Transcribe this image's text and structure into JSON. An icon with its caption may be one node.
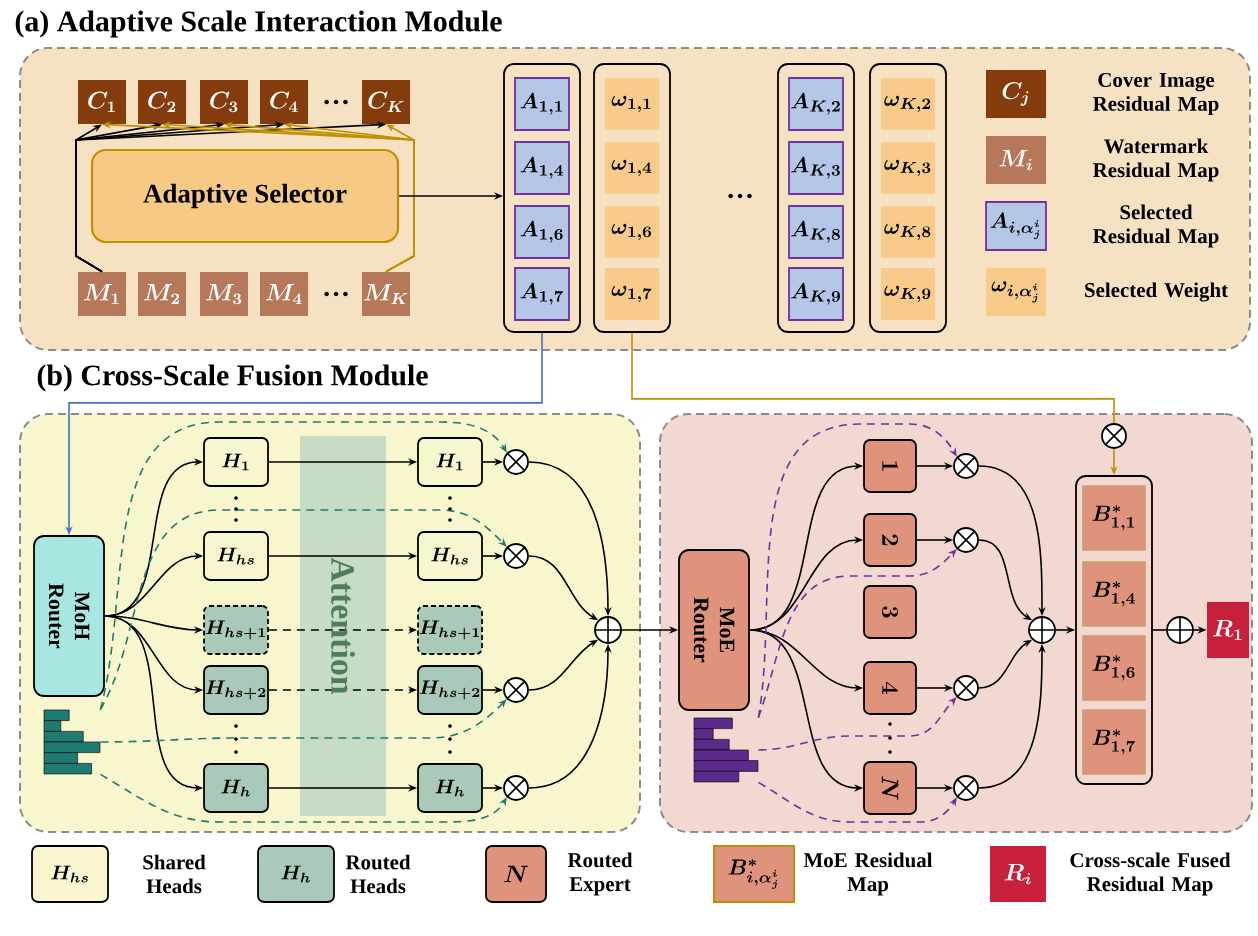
{
  "diagram": {
    "nodes": [
      {
        "text": [
          "(a) Adaptive Scale Interaction Module"
        ]
      },
      {
        "text": [
          "C_{1}"
        ],
        "in": 0
      },
      {
        "text": [
          "C_{2}"
        ],
        "in": 0
      },
      {
        "text": [
          "C_{3}"
        ],
        "in": 0
      },
      {
        "text": [
          "C_{4}"
        ],
        "in": 0
      },
      {
        "text": [
          "C_{K}"
        ],
        "in": 0
      },
      {
        "text": [
          "Adaptive Selector"
        ],
        "in": 0
      },
      {
        "text": [
          "M_{1}"
        ],
        "in": 0
      },
      {
        "text": [
          "M_{2}"
        ],
        "in": 0
      },
      {
        "text": [
          "M_{3}"
        ],
        "in": 0
      },
      {
        "text": [
          "M_{4}"
        ],
        "in": 0
      },
      {
        "text": [
          "M_{K}"
        ],
        "in": 0
      },
      {
        "text": [],
        "shape": "box",
        "in": 0
      },
      {
        "text": [
          "A_{1,1}"
        ],
        "in": 12
      },
      {
        "text": [
          "A_{1,4}"
        ],
        "in": 12
      },
      {
        "text": [
          "A_{1,6}"
        ],
        "in": 12
      },
      {
        "text": [
          "A_{1,7}"
        ],
        "in": 12
      },
      {
        "text": [],
        "shape": "box",
        "in": 0
      },
      {
        "text": [
          "\\omega_{1,1}"
        ],
        "in": 17
      },
      {
        "text": [
          "\\omega_{1,4}"
        ],
        "in": 17
      },
      {
        "text": [
          "\\omega_{1,6}"
        ],
        "in": 17
      },
      {
        "text": [
          "\\omega_{1,7}"
        ],
        "in": 17
      },
      {
        "text": [],
        "shape": "box",
        "in": 0
      },
      {
        "text": [
          "A_{K,2}"
        ],
        "in": 22
      },
      {
        "text": [
          "A_{K,3}"
        ],
        "in": 22
      },
      {
        "text": [
          "A_{K,8}"
        ],
        "in": 22
      },
      {
        "text": [
          "A_{K,9}"
        ],
        "in": 22
      },
      {
        "text": [],
        "shape": "box",
        "in": 0
      },
      {
        "text": [
          "\\omega_{K,2}"
        ],
        "in": 27
      },
      {
        "text": [
          "\\omega_{K,3}"
        ],
        "in": 27
      },
      {
        "text": [
          "\\omega_{K,8}"
        ],
        "in": 27
      },
      {
        "text": [
          "\\omega_{K,9}"
        ],
        "in": 27
      },
      {
        "text": [
          "C_{j}"
        ],
        "beside": [
          "Cover Image Residual Map"
        ],
        "in": 0
      },
      {
        "text": [
          "M_{i}"
        ],
        "beside": [
          "Watermark Residual Map"
        ],
        "in": 0
      },
      {
        "text": [
          "A_{i,\\alpha^{i}_{j}}"
        ],
        "beside": [
          "Selected Residual Map"
        ],
        "in": 0
      },
      {
        "text": [
          "\\omega_{i,\\alpha^{i}_{j}}"
        ],
        "beside": [
          "Selected Weight"
        ],
        "in": 0
      },
      {
        "text": [
          "(b) Cross-Scale Fusion Module"
        ]
      },
      {
        "text": [
          "MoH Router"
        ],
        "in": 36
      },
      {
        "text": [],
        "shape": "bar",
        "in": 36
      },
      {
        "text": [
          "H_{1}"
        ],
        "in": 36
      },
      {
        "text": [
          "H_{hs}"
        ],
        "in": 36
      },
      {
        "text": [
          "H_{hs+1}"
        ],
        "in": 36
      },
      {
        "text": [
          "H_{hs+2}"
        ],
        "in": 36
      },
      {
        "text": [
          "H_{h}"
        ],
        "in": 36
      },
      {
        "text": [
          "H_{1}"
        ],
        "in": 36
      },
      {
        "text": [
          "H_{hs}"
        ],
        "in": 36
      },
      {
        "text": [
          "H_{hs+1}"
        ],
        "in": 36
      },
      {
        "text": [
          "H_{hs+2}"
        ],
        "in": 36
      },
      {
        "text": [
          "H_{h}"
        ],
        "in": 36
      },
      {
        "text": [],
        "shape": "circle",
        "in": 36
      },
      {
        "text": [],
        "shape": "circle",
        "in": 36
      },
      {
        "text": [],
        "shape": "circle",
        "in": 36
      },
      {
        "text": [],
        "shape": "circle",
        "in": 36
      },
      {
        "text": [],
        "shape": "circle",
        "in": 36
      },
      {
        "text": [],
        "shape": "box"
      },
      {
        "text": [
          "MoE Router"
        ],
        "in": 54
      },
      {
        "text": [],
        "shape": "bar",
        "in": 54
      },
      {
        "text": [
          "1"
        ],
        "in": 54
      },
      {
        "text": [
          "2"
        ],
        "in": 54
      },
      {
        "text": [
          "3"
        ],
        "in": 54
      },
      {
        "text": [
          "4"
        ],
        "in": 54
      },
      {
        "text": [
          "N"
        ],
        "in": 54
      },
      {
        "text": [],
        "shape": "circle",
        "in": 54
      },
      {
        "text": [],
        "shape": "circle",
        "in": 54
      },
      {
        "text": [],
        "shape": "circle",
        "in": 54
      },
      {
        "text": [],
        "shape": "circle",
        "in": 54
      },
      {
        "text": [],
        "shape": "circle",
        "in": 54
      },
      {
        "text": [],
        "shape": "circle",
        "in": 54
      },
      {
        "text": [],
        "shape": "box",
        "in": 54
      },
      {
        "text": [
          "B^{*}_{1,1}"
        ],
        "in": 68
      },
      {
        "text": [
          "B^{*}_{1,4}"
        ],
        "in": 68
      },
      {
        "text": [
          "B^{*}_{1,6}"
        ],
        "in": 68
      },
      {
        "text": [
          "B^{*}_{1,7}"
        ],
        "in": 68
      },
      {
        "text": [],
        "shape": "circle",
        "in": 54
      },
      {
        "text": [
          "R_{1}"
        ],
        "in": 54
      },
      {
        "text": [
          "H_{hs}"
        ],
        "beside": [
          "Shared Heads"
        ]
      },
      {
        "text": [
          "H_{h}"
        ],
        "beside": [
          "Routed Heads"
        ]
      },
      {
        "text": [
          "N"
        ],
        "beside": [
          "Routed Expert"
        ]
      },
      {
        "text": [
          "B^{*}_{i,\\alpha^{i}_{j}}"
        ],
        "beside": [
          "MoE Residual Map"
        ]
      },
      {
        "text": [
          "R_{i}"
        ],
        "beside": [
          "Cross-scale Fused Residual Map"
        ]
      }
    ],
    "edges": [
      {
        "from": 7,
        "to": 1,
        "arrow": "to"
      },
      {
        "from": 7,
        "to": 2,
        "arrow": "to"
      },
      {
        "from": 7,
        "to": 3,
        "arrow": "to"
      },
      {
        "from": 7,
        "to": 4,
        "arrow": "to"
      },
      {
        "from": 7,
        "to": 5,
        "arrow": "to"
      },
      {
        "from": 11,
        "to": 1,
        "arrow": "to",
        "color": "#bf9000"
      },
      {
        "from": 11,
        "to": 2,
        "arrow": "to",
        "color": "#bf9000"
      },
      {
        "from": 11,
        "to": 3,
        "arrow": "to",
        "color": "#bf9000"
      },
      {
        "from": 11,
        "to": 4,
        "arrow": "to",
        "color": "#bf9000"
      },
      {
        "from": 11,
        "to": 5,
        "arrow": "to",
        "color": "#bf9000"
      },
      {
        "from": 6,
        "to": 12,
        "arrow": "to"
      },
      {
        "from": 12,
        "to": 37,
        "arrow": "to",
        "color": "#4472c4"
      },
      {
        "from": 17,
        "to": 67,
        "arrow": "none",
        "color": "#bf9000"
      },
      {
        "from": 67,
        "to": 68,
        "arrow": "to",
        "color": "#bf9000"
      },
      {
        "from": 37,
        "to": 39,
        "arrow": "to"
      },
      {
        "from": 37,
        "to": 40,
        "arrow": "to"
      },
      {
        "from": 37,
        "to": 41,
        "arrow": "to"
      },
      {
        "from": 37,
        "to": 42,
        "arrow": "to"
      },
      {
        "from": 37,
        "to": 43,
        "arrow": "to"
      },
      {
        "from": 39,
        "to": 44,
        "arrow": "to"
      },
      {
        "from": 40,
        "to": 45,
        "arrow": "to"
      },
      {
        "from": 41,
        "to": 46,
        "arrow": "to",
        "style": "dashed"
      },
      {
        "from": 42,
        "to": 47,
        "arrow": "to",
        "style": "dashed"
      },
      {
        "from": 43,
        "to": 48,
        "arrow": "to"
      },
      {
        "from": 44,
        "to": 49,
        "arrow": "to"
      },
      {
        "from": 45,
        "to": 50,
        "arrow": "to"
      },
      {
        "from": 47,
        "to": 51,
        "arrow": "to"
      },
      {
        "from": 48,
        "to": 52,
        "arrow": "to"
      },
      {
        "from": 49,
        "to": 53,
        "arrow": "to"
      },
      {
        "from": 50,
        "to": 53,
        "arrow": "to"
      },
      {
        "from": 51,
        "to": 53,
        "arrow": "to"
      },
      {
        "from": 52,
        "to": 53,
        "arrow": "to"
      },
      {
        "from": 38,
        "to": 49,
        "arrow": "to",
        "style": "dashed",
        "color": "#1f7a72"
      },
      {
        "from": 38,
        "to": 50,
        "arrow": "to",
        "style": "dashed",
        "color": "#1f7a72"
      },
      {
        "from": 38,
        "to": 51,
        "arrow": "to",
        "style": "dashed",
        "color": "#1f7a72"
      },
      {
        "from": 38,
        "to": 52,
        "arrow": "to",
        "style": "dashed",
        "color": "#1f7a72"
      },
      {
        "from": 53,
        "to": 55,
        "arrow": "to"
      },
      {
        "from": 55,
        "to": 57,
        "arrow": "to"
      },
      {
        "from": 55,
        "to": 58,
        "arrow": "to"
      },
      {
        "from": 55,
        "to": 60,
        "arrow": "to"
      },
      {
        "from": 55,
        "to": 61,
        "arrow": "to"
      },
      {
        "from": 57,
        "to": 62,
        "arrow": "to"
      },
      {
        "from": 58,
        "to": 63,
        "arrow": "to"
      },
      {
        "from": 60,
        "to": 64,
        "arrow": "to"
      },
      {
        "from": 61,
        "to": 65,
        "arrow": "to"
      },
      {
        "from": 62,
        "to": 66,
        "arrow": "to"
      },
      {
        "from": 63,
        "to": 66,
        "arrow": "to"
      },
      {
        "from": 64,
        "to": 66,
        "arrow": "to"
      },
      {
        "from": 65,
        "to": 66,
        "arrow": "to"
      },
      {
        "from": 56,
        "to": 62,
        "arrow": "to",
        "style": "dashed",
        "color": "#7030a0"
      },
      {
        "from": 56,
        "to": 63,
        "arrow": "to",
        "style": "dashed",
        "color": "#7030a0"
      },
      {
        "from": 56,
        "to": 64,
        "arrow": "to",
        "style": "dashed",
        "color": "#7030a0"
      },
      {
        "from": 56,
        "to": 65,
        "arrow": "to",
        "style": "dashed",
        "color": "#7030a0"
      },
      {
        "from": 66,
        "to": 68,
        "arrow": "to"
      },
      {
        "from": 68,
        "to": 73,
        "arrow": "none"
      },
      {
        "from": 73,
        "to": 74,
        "arrow": "to"
      }
    ],
    "labels": [
      "…",
      "…",
      "…",
      "Attention"
    ]
  }
}
